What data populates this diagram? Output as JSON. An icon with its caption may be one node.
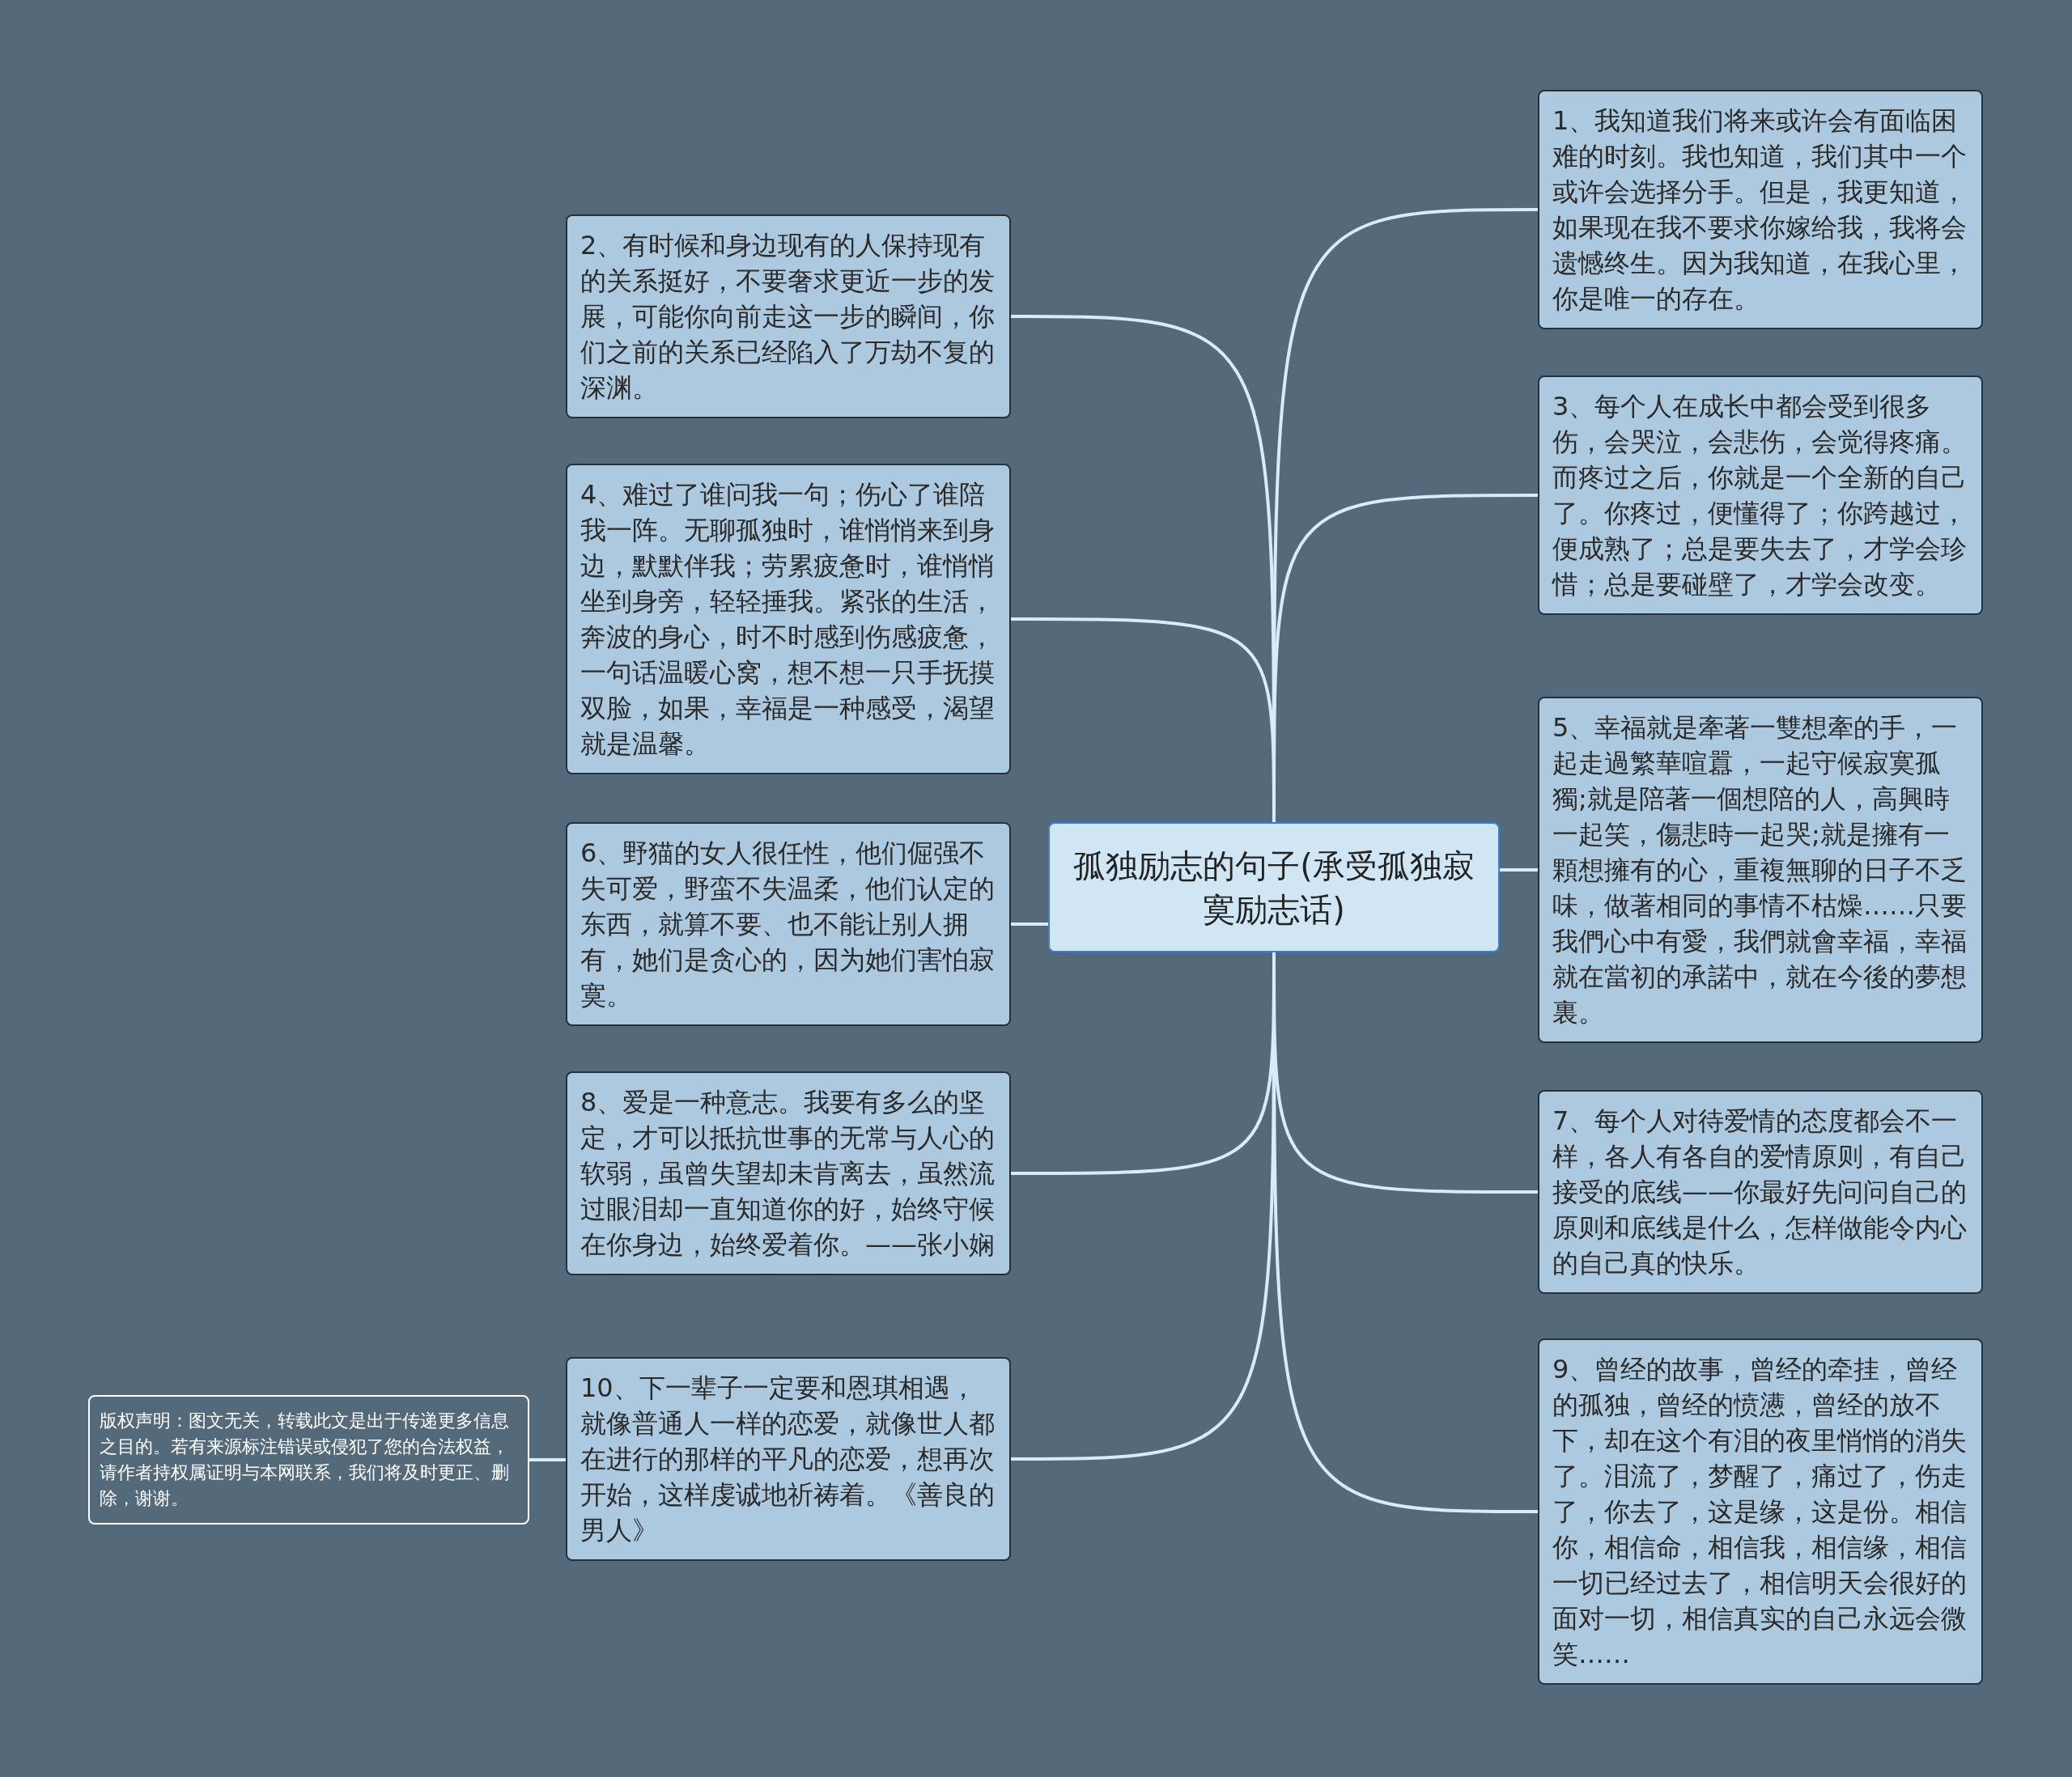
{
  "diagram": {
    "nodes": [
      {
        "text": [
          "孤独励志的句子(承受孤独寂寞励志话)"
        ]
      },
      {
        "text": [
          "1、我知道我们将来或许会有面临困难的时刻。我也知道，我们其中一个或许会选择分手。但是，我更知道，如果现在我不要求你嫁给我，我将会遗憾终生。因为我知道，在我心里，你是唯一的存在。"
        ]
      },
      {
        "text": [
          "2、有时候和身边现有的人保持现有的关系挺好，不要奢求更近一步的发展，可能你向前走这一步的瞬间，你们之前的关系已经陷入了万劫不复的深渊。"
        ]
      },
      {
        "text": [
          "3、每个人在成长中都会受到很多伤，会哭泣，会悲伤，会觉得疼痛。而疼过之后，你就是一个全新的自己了。你疼过，便懂得了；你跨越过，便成熟了；总是要失去了，才学会珍惜；总是要碰壁了，才学会改变。"
        ]
      },
      {
        "text": [
          "4、难过了谁问我一句；伤心了谁陪我一阵。无聊孤独时，谁悄悄来到身边，默默伴我；劳累疲惫时，谁悄悄坐到身旁，轻轻捶我。紧张的生活，奔波的身心，时不时感到伤感疲惫，一句话温暖心窝，想不想一只手抚摸双脸，如果，幸福是一种感受，渴望就是温馨。"
        ]
      },
      {
        "text": [
          "5、幸福就是牽著一雙想牽的手，一起走過繁華喧囂，一起守候寂寞孤獨;就是陪著一個想陪的人，高興時一起笑，傷悲時一起哭;就是擁有一顆想擁有的心，重複無聊的日子不乏味，做著相同的事情不枯燥……只要我們心中有愛，我們就會幸福，幸福就在當初的承諾中，就在今後的夢想裏。"
        ]
      },
      {
        "text": [
          "6、野猫的女人很任性，他们倔强不失可爱，野蛮不失温柔，他们认定的东西，就算不要、也不能让别人拥有，她们是贪心的，因为她们害怕寂寞。"
        ]
      },
      {
        "text": [
          "7、每个人对待爱情的态度都会不一样，各人有各自的爱情原则，有自己接受的底线——你最好先问问自己的原则和底线是什么，怎样做能令内心的自己真的快乐。"
        ]
      },
      {
        "text": [
          "8、爱是一种意志。我要有多么的坚定，才可以抵抗世事的无常与人心的软弱，虽曾失望却未肯离去，虽然流过眼泪却一直知道你的好，始终守候在你身边，始终爱着你。——张小娴"
        ]
      },
      {
        "text": [
          "9、曾经的故事，曾经的牵挂，曾经的孤独，曾经的愤懑，曾经的放不下，却在这个有泪的夜里悄悄的消失了。泪流了，梦醒了，痛过了，伤走了，你去了，这是缘，这是份。相信你，相信命，相信我，相信缘，相信一切已经过去了，相信明天会很好的面对一切，相信真实的自己永远会微笑……"
        ]
      },
      {
        "text": [
          "10、下一辈子一定要和恩琪相遇，就像普通人一样的恋爱，就像世人都在进行的那样的平凡的恋爱，想再次开始，这样虔诚地祈祷着。《善良的男人》"
        ]
      },
      {
        "text": [
          "版权声明：图文无关，转载此文是出于传递更多信息之目的。若有来源标注错误或侵犯了您的合法权益，请作者持权属证明与本网联系，我们将及时更正、删除，谢谢。"
        ]
      }
    ],
    "edges": [
      {
        "from": 0,
        "to": 1,
        "arrow": "none"
      },
      {
        "from": 0,
        "to": 2,
        "arrow": "none"
      },
      {
        "from": 0,
        "to": 3,
        "arrow": "none"
      },
      {
        "from": 0,
        "to": 4,
        "arrow": "none"
      },
      {
        "from": 0,
        "to": 5,
        "arrow": "none"
      },
      {
        "from": 0,
        "to": 6,
        "arrow": "none"
      },
      {
        "from": 0,
        "to": 7,
        "arrow": "none"
      },
      {
        "from": 0,
        "to": 8,
        "arrow": "none"
      },
      {
        "from": 0,
        "to": 9,
        "arrow": "none"
      },
      {
        "from": 0,
        "to": 10,
        "arrow": "none"
      },
      {
        "from": 10,
        "to": 11,
        "arrow": "none"
      }
    ]
  }
}
